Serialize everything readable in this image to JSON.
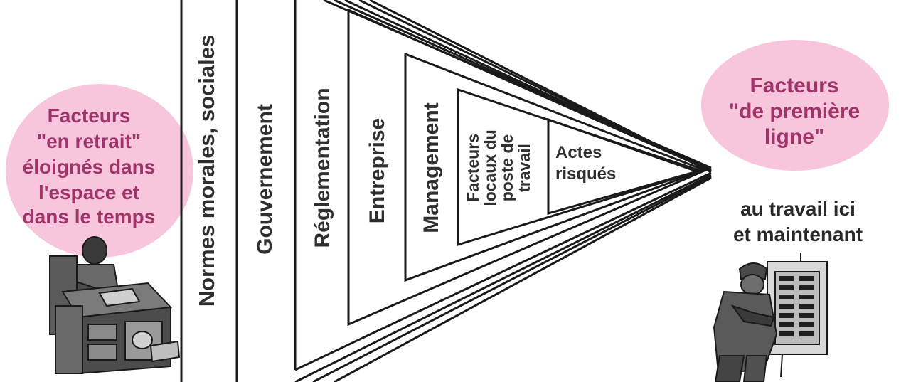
{
  "colors": {
    "bubble": "#f7c6dc",
    "bubble_text": "#a0336a",
    "ink": "#1a1a1a",
    "label_text": "#2f2f2f"
  },
  "left_bubble": {
    "lines": [
      "Facteurs",
      "\"en retrait\"",
      "éloignés dans",
      "l'espace et",
      "dans le temps"
    ]
  },
  "right_bubble": {
    "lines": [
      "Facteurs",
      "\"de première",
      "ligne\""
    ]
  },
  "layers": {
    "norms": "Normes morales, sociales",
    "government": "Gouvernement",
    "regulation": "Réglementation",
    "company": "Entreprise",
    "management": "Management",
    "local_factors": [
      "Facteurs",
      "locaux du",
      "poste de",
      "travail"
    ],
    "risky_acts": [
      "Actes",
      "risqués"
    ]
  },
  "work_caption": [
    "au travail ici",
    "et maintenant"
  ],
  "icons": {
    "left_figure": "office-worker-icon",
    "right_figure": "technician-icon"
  }
}
